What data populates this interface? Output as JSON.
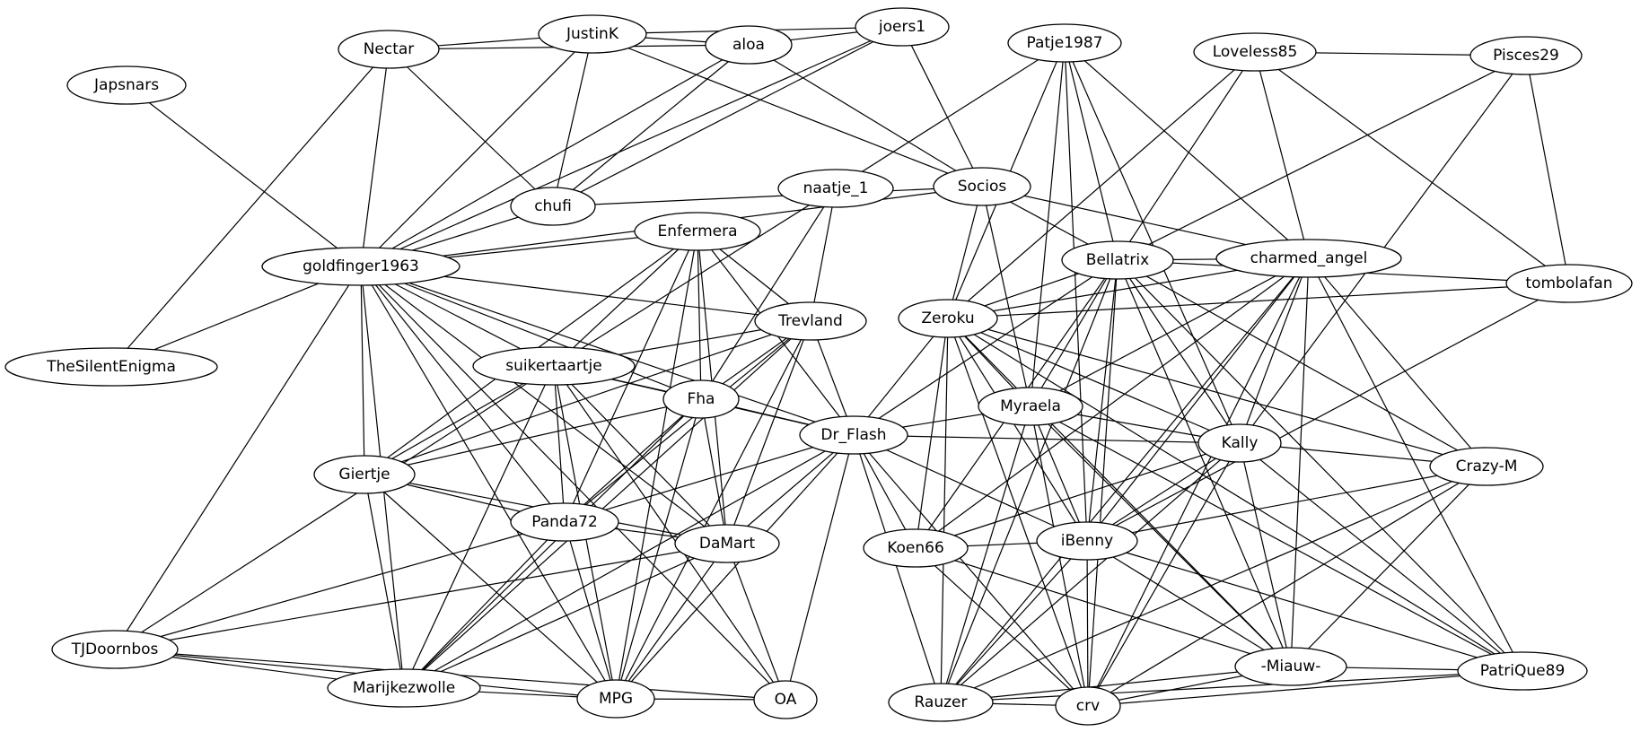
{
  "graph": {
    "directed": false,
    "nodes": [
      {
        "id": "Nectar",
        "label": "Nectar"
      },
      {
        "id": "JustinK",
        "label": "JustinK"
      },
      {
        "id": "aloa",
        "label": "aloa"
      },
      {
        "id": "joers1",
        "label": "joers1"
      },
      {
        "id": "Patje1987",
        "label": "Patje1987"
      },
      {
        "id": "Loveless85",
        "label": "Loveless85"
      },
      {
        "id": "Pisces29",
        "label": "Pisces29"
      },
      {
        "id": "Japsnars",
        "label": "Japsnars"
      },
      {
        "id": "naatje_1",
        "label": "naatje_1"
      },
      {
        "id": "Socios",
        "label": "Socios"
      },
      {
        "id": "chufi",
        "label": "chufi"
      },
      {
        "id": "Enfermera",
        "label": "Enfermera"
      },
      {
        "id": "goldfinger1963",
        "label": "goldfinger1963"
      },
      {
        "id": "Bellatrix",
        "label": "Bellatrix"
      },
      {
        "id": "charmed_angel",
        "label": "charmed_angel"
      },
      {
        "id": "tombolafan",
        "label": "tombolafan"
      },
      {
        "id": "Zeroku",
        "label": "Zeroku"
      },
      {
        "id": "Trevland",
        "label": "Trevland"
      },
      {
        "id": "TheSilentEnigma",
        "label": "TheSilentEnigma"
      },
      {
        "id": "suikertaartje",
        "label": "suikertaartje"
      },
      {
        "id": "Fha",
        "label": "Fha"
      },
      {
        "id": "Myraela",
        "label": "Myraela"
      },
      {
        "id": "Dr_Flash",
        "label": "Dr_Flash"
      },
      {
        "id": "Kally",
        "label": "Kally"
      },
      {
        "id": "Crazy-M",
        "label": "Crazy-M"
      },
      {
        "id": "Giertje",
        "label": "Giertje"
      },
      {
        "id": "Panda72",
        "label": "Panda72"
      },
      {
        "id": "DaMart",
        "label": "DaMart"
      },
      {
        "id": "Koen66",
        "label": "Koen66"
      },
      {
        "id": "iBenny",
        "label": "iBenny"
      },
      {
        "id": "TJDoornbos",
        "label": "TJDoornbos"
      },
      {
        "id": "-Miauw-",
        "label": "-Miauw-"
      },
      {
        "id": "PatriQue89",
        "label": "PatriQue89"
      },
      {
        "id": "Marijkezwolle",
        "label": "Marijkezwolle"
      },
      {
        "id": "MPG",
        "label": "MPG"
      },
      {
        "id": "OA",
        "label": "OA"
      },
      {
        "id": "Rauzer",
        "label": "Rauzer"
      },
      {
        "id": "crv",
        "label": "crv"
      }
    ],
    "edges": [
      [
        "Nectar",
        "JustinK"
      ],
      [
        "Nectar",
        "aloa"
      ],
      [
        "Nectar",
        "goldfinger1963"
      ],
      [
        "Nectar",
        "chufi"
      ],
      [
        "Nectar",
        "TheSilentEnigma"
      ],
      [
        "JustinK",
        "aloa"
      ],
      [
        "JustinK",
        "joers1"
      ],
      [
        "JustinK",
        "goldfinger1963"
      ],
      [
        "JustinK",
        "chufi"
      ],
      [
        "JustinK",
        "Socios"
      ],
      [
        "aloa",
        "joers1"
      ],
      [
        "aloa",
        "goldfinger1963"
      ],
      [
        "aloa",
        "chufi"
      ],
      [
        "aloa",
        "Socios"
      ],
      [
        "joers1",
        "goldfinger1963"
      ],
      [
        "joers1",
        "chufi"
      ],
      [
        "joers1",
        "Socios"
      ],
      [
        "Japsnars",
        "goldfinger1963"
      ],
      [
        "Patje1987",
        "naatje_1"
      ],
      [
        "Patje1987",
        "Zeroku"
      ],
      [
        "Patje1987",
        "Bellatrix"
      ],
      [
        "Patje1987",
        "charmed_angel"
      ],
      [
        "Patje1987",
        "Myraela"
      ],
      [
        "Patje1987",
        "Kally"
      ],
      [
        "Patje1987",
        "iBenny"
      ],
      [
        "Loveless85",
        "Pisces29"
      ],
      [
        "Loveless85",
        "Bellatrix"
      ],
      [
        "Loveless85",
        "charmed_angel"
      ],
      [
        "Loveless85",
        "tombolafan"
      ],
      [
        "Loveless85",
        "Zeroku"
      ],
      [
        "Pisces29",
        "tombolafan"
      ],
      [
        "Pisces29",
        "Bellatrix"
      ],
      [
        "Pisces29",
        "Kally"
      ],
      [
        "naatje_1",
        "suikertaartje"
      ],
      [
        "naatje_1",
        "Trevland"
      ],
      [
        "naatje_1",
        "Fha"
      ],
      [
        "Socios",
        "goldfinger1963"
      ],
      [
        "Socios",
        "Zeroku"
      ],
      [
        "Socios",
        "Bellatrix"
      ],
      [
        "Socios",
        "charmed_angel"
      ],
      [
        "Socios",
        "Myraela"
      ],
      [
        "chufi",
        "goldfinger1963"
      ],
      [
        "chufi",
        "Socios"
      ],
      [
        "Enfermera",
        "goldfinger1963"
      ],
      [
        "Enfermera",
        "suikertaartje"
      ],
      [
        "Enfermera",
        "Trevland"
      ],
      [
        "Enfermera",
        "Fha"
      ],
      [
        "Enfermera",
        "Dr_Flash"
      ],
      [
        "Enfermera",
        "Panda72"
      ],
      [
        "Enfermera",
        "DaMart"
      ],
      [
        "Enfermera",
        "MPG"
      ],
      [
        "Enfermera",
        "Giertje"
      ],
      [
        "goldfinger1963",
        "TheSilentEnigma"
      ],
      [
        "goldfinger1963",
        "suikertaartje"
      ],
      [
        "goldfinger1963",
        "Fha"
      ],
      [
        "goldfinger1963",
        "Dr_Flash"
      ],
      [
        "goldfinger1963",
        "Giertje"
      ],
      [
        "goldfinger1963",
        "Panda72"
      ],
      [
        "goldfinger1963",
        "DaMart"
      ],
      [
        "goldfinger1963",
        "TJDoornbos"
      ],
      [
        "goldfinger1963",
        "Marijkezwolle"
      ],
      [
        "goldfinger1963",
        "MPG"
      ],
      [
        "goldfinger1963",
        "OA"
      ],
      [
        "goldfinger1963",
        "Trevland"
      ],
      [
        "Bellatrix",
        "charmed_angel"
      ],
      [
        "Bellatrix",
        "tombolafan"
      ],
      [
        "Bellatrix",
        "Zeroku"
      ],
      [
        "Bellatrix",
        "Myraela"
      ],
      [
        "Bellatrix",
        "Kally"
      ],
      [
        "Bellatrix",
        "Crazy-M"
      ],
      [
        "Bellatrix",
        "Koen66"
      ],
      [
        "Bellatrix",
        "iBenny"
      ],
      [
        "Bellatrix",
        "-Miauw-"
      ],
      [
        "Bellatrix",
        "PatriQue89"
      ],
      [
        "Bellatrix",
        "Rauzer"
      ],
      [
        "Bellatrix",
        "crv"
      ],
      [
        "Bellatrix",
        "Dr_Flash"
      ],
      [
        "charmed_angel",
        "Zeroku"
      ],
      [
        "charmed_angel",
        "Myraela"
      ],
      [
        "charmed_angel",
        "Kally"
      ],
      [
        "charmed_angel",
        "Crazy-M"
      ],
      [
        "charmed_angel",
        "Koen66"
      ],
      [
        "charmed_angel",
        "iBenny"
      ],
      [
        "charmed_angel",
        "-Miauw-"
      ],
      [
        "charmed_angel",
        "PatriQue89"
      ],
      [
        "charmed_angel",
        "Rauzer"
      ],
      [
        "charmed_angel",
        "crv"
      ],
      [
        "tombolafan",
        "Zeroku"
      ],
      [
        "tombolafan",
        "iBenny"
      ],
      [
        "Zeroku",
        "Dr_Flash"
      ],
      [
        "Zeroku",
        "Myraela"
      ],
      [
        "Zeroku",
        "Kally"
      ],
      [
        "Zeroku",
        "Crazy-M"
      ],
      [
        "Zeroku",
        "Koen66"
      ],
      [
        "Zeroku",
        "iBenny"
      ],
      [
        "Zeroku",
        "-Miauw-"
      ],
      [
        "Zeroku",
        "PatriQue89"
      ],
      [
        "Zeroku",
        "Rauzer"
      ],
      [
        "Zeroku",
        "crv"
      ],
      [
        "Trevland",
        "suikertaartje"
      ],
      [
        "Trevland",
        "Fha"
      ],
      [
        "Trevland",
        "Dr_Flash"
      ],
      [
        "Trevland",
        "Giertje"
      ],
      [
        "Trevland",
        "Panda72"
      ],
      [
        "Trevland",
        "DaMart"
      ],
      [
        "Trevland",
        "Marijkezwolle"
      ],
      [
        "Trevland",
        "MPG"
      ],
      [
        "suikertaartje",
        "Fha"
      ],
      [
        "suikertaartje",
        "Dr_Flash"
      ],
      [
        "suikertaartje",
        "Giertje"
      ],
      [
        "suikertaartje",
        "Panda72"
      ],
      [
        "suikertaartje",
        "DaMart"
      ],
      [
        "suikertaartje",
        "TJDoornbos"
      ],
      [
        "suikertaartje",
        "Marijkezwolle"
      ],
      [
        "suikertaartje",
        "MPG"
      ],
      [
        "suikertaartje",
        "OA"
      ],
      [
        "Fha",
        "Dr_Flash"
      ],
      [
        "Fha",
        "Giertje"
      ],
      [
        "Fha",
        "Panda72"
      ],
      [
        "Fha",
        "DaMart"
      ],
      [
        "Fha",
        "Marijkezwolle"
      ],
      [
        "Fha",
        "MPG"
      ],
      [
        "Myraela",
        "Dr_Flash"
      ],
      [
        "Myraela",
        "Kally"
      ],
      [
        "Myraela",
        "iBenny"
      ],
      [
        "Myraela",
        "-Miauw-"
      ],
      [
        "Myraela",
        "PatriQue89"
      ],
      [
        "Myraela",
        "Rauzer"
      ],
      [
        "Myraela",
        "crv"
      ],
      [
        "Dr_Flash",
        "Kally"
      ],
      [
        "Dr_Flash",
        "Panda72"
      ],
      [
        "Dr_Flash",
        "DaMart"
      ],
      [
        "Dr_Flash",
        "Koen66"
      ],
      [
        "Dr_Flash",
        "iBenny"
      ],
      [
        "Dr_Flash",
        "Marijkezwolle"
      ],
      [
        "Dr_Flash",
        "MPG"
      ],
      [
        "Dr_Flash",
        "OA"
      ],
      [
        "Dr_Flash",
        "Rauzer"
      ],
      [
        "Dr_Flash",
        "crv"
      ],
      [
        "Kally",
        "Crazy-M"
      ],
      [
        "Kally",
        "Koen66"
      ],
      [
        "Kally",
        "iBenny"
      ],
      [
        "Kally",
        "-Miauw-"
      ],
      [
        "Kally",
        "PatriQue89"
      ],
      [
        "Kally",
        "Rauzer"
      ],
      [
        "Kally",
        "crv"
      ],
      [
        "Crazy-M",
        "iBenny"
      ],
      [
        "Crazy-M",
        "-Miauw-"
      ],
      [
        "Crazy-M",
        "crv"
      ],
      [
        "Crazy-M",
        "Rauzer"
      ],
      [
        "Giertje",
        "Panda72"
      ],
      [
        "Giertje",
        "DaMart"
      ],
      [
        "Giertje",
        "Marijkezwolle"
      ],
      [
        "Giertje",
        "MPG"
      ],
      [
        "Panda72",
        "DaMart"
      ],
      [
        "Panda72",
        "TJDoornbos"
      ],
      [
        "Panda72",
        "Marijkezwolle"
      ],
      [
        "Panda72",
        "MPG"
      ],
      [
        "DaMart",
        "TJDoornbos"
      ],
      [
        "DaMart",
        "Marijkezwolle"
      ],
      [
        "DaMart",
        "MPG"
      ],
      [
        "DaMart",
        "OA"
      ],
      [
        "Koen66",
        "iBenny"
      ],
      [
        "Koen66",
        "-Miauw-"
      ],
      [
        "Koen66",
        "crv"
      ],
      [
        "iBenny",
        "-Miauw-"
      ],
      [
        "iBenny",
        "PatriQue89"
      ],
      [
        "iBenny",
        "Rauzer"
      ],
      [
        "iBenny",
        "crv"
      ],
      [
        "TJDoornbos",
        "Marijkezwolle"
      ],
      [
        "TJDoornbos",
        "MPG"
      ],
      [
        "TJDoornbos",
        "OA"
      ],
      [
        "-Miauw-",
        "PatriQue89"
      ],
      [
        "-Miauw-",
        "Rauzer"
      ],
      [
        "-Miauw-",
        "crv"
      ],
      [
        "PatriQue89",
        "Rauzer"
      ],
      [
        "PatriQue89",
        "crv"
      ],
      [
        "Marijkezwolle",
        "MPG"
      ],
      [
        "MPG",
        "OA"
      ],
      [
        "Rauzer",
        "crv"
      ]
    ]
  }
}
